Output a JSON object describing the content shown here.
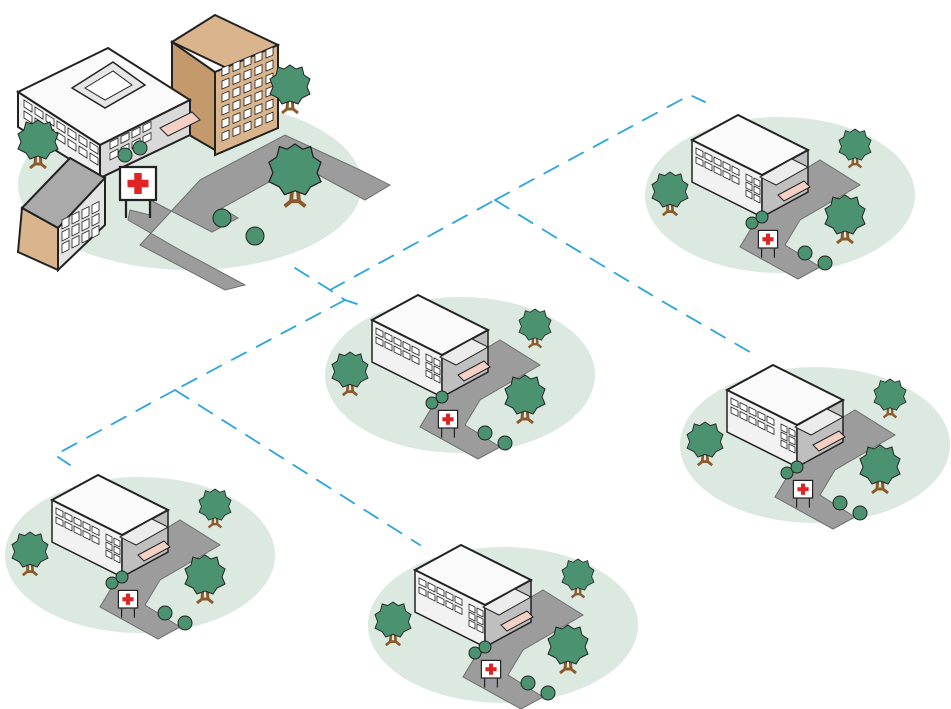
{
  "diagram": {
    "type": "hub-and-spoke",
    "hub": {
      "name": "main-hospital",
      "icon": "red-cross-sign-icon"
    },
    "sites": [
      {
        "name": "clinic-top-right",
        "icon": "red-cross-sign-icon"
      },
      {
        "name": "clinic-center",
        "icon": "red-cross-sign-icon"
      },
      {
        "name": "clinic-right",
        "icon": "red-cross-sign-icon"
      },
      {
        "name": "clinic-bottom-left",
        "icon": "red-cross-sign-icon"
      },
      {
        "name": "clinic-bottom-center",
        "icon": "red-cross-sign-icon"
      }
    ],
    "colors": {
      "ground": "#dce9e0",
      "road": "#9c9c9c",
      "road_edge": "#6f6f6f",
      "tree": "#4a9270",
      "trunk": "#8a5a2b",
      "wall_light": "#f2f2f2",
      "wall_mid": "#d9d9d9",
      "wall_dark": "#bfbfbf",
      "tan": "#d9b48c",
      "tan_dark": "#c49a6c",
      "window": "#ffffff",
      "outline": "#222222",
      "connector": "#2aa5e0",
      "cross": "#e02424",
      "awning": "#f4cfc3"
    }
  }
}
